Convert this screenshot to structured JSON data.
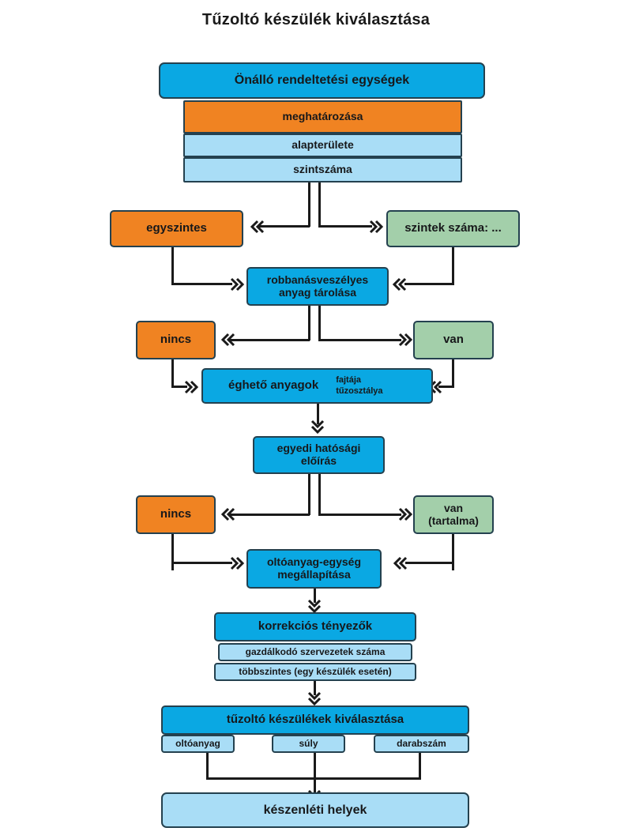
{
  "document": {
    "title": "Tűzoltó készülék kiválasztása",
    "language": "hu"
  },
  "colors": {
    "primary_blue": "#0aa8e3",
    "light_blue": "#a9ddf6",
    "orange": "#f08322",
    "green": "#a3cfaa",
    "border": "#24414f",
    "connector": "#1a1a1a",
    "background": "#ffffff"
  },
  "nodes": {
    "unit_header": "Önálló rendeltetési egységek",
    "unit_rows": [
      {
        "label": "meghatározása",
        "color": "orange"
      },
      {
        "label": "alapterülete",
        "color": "light_blue"
      },
      {
        "label": "szintszáma",
        "color": "light_blue"
      }
    ],
    "level_single": "egyszintes",
    "level_multi": "szintek száma: ...",
    "explosive_storage": "robbanásveszélyes\nanyag tárolása",
    "explosive_storage_line1": "robbanásveszélyes",
    "explosive_storage_line2": "anyag tárolása",
    "explosive_no": "nincs",
    "explosive_yes": "van",
    "combustibles_main": "éghető anyagok",
    "combustibles_sub1": "fajtája",
    "combustibles_sub2": "tűzosztálya",
    "authority_line1": "egyedi hatósági",
    "authority_line2": "előírás",
    "authority_no": "nincs",
    "authority_yes_line1": "van",
    "authority_yes_line2": "(tartalma)",
    "extinguish_unit_line1": "oltóanyag-egység",
    "extinguish_unit_line2": "megállapítása",
    "correction_header": "korrekciós tényezők",
    "correction_rows": [
      "gazdálkodó szervezetek száma",
      "többszintes (egy készülék esetén)"
    ],
    "selection_header": "tűzoltó készülékek kiválasztása",
    "selection_rows": [
      "oltóanyag",
      "súly",
      "darabszám"
    ],
    "final": "készenléti helyek"
  },
  "chart_data": {
    "type": "flowchart",
    "title": "Tűzoltó készülék kiválasztása",
    "orientation": "top-to-bottom",
    "nodes": [
      {
        "id": "n1",
        "label": "Önálló rendeltetési egységek",
        "color": "#0aa8e3",
        "shape": "rounded-rect"
      },
      {
        "id": "n1a",
        "label": "meghatározása",
        "color": "#f08322",
        "shape": "rect",
        "parent": "n1"
      },
      {
        "id": "n1b",
        "label": "alapterülete",
        "color": "#a9ddf6",
        "shape": "rect",
        "parent": "n1"
      },
      {
        "id": "n1c",
        "label": "szintszáma",
        "color": "#a9ddf6",
        "shape": "rect",
        "parent": "n1"
      },
      {
        "id": "n2l",
        "label": "egyszintes",
        "color": "#f08322",
        "shape": "rounded-rect"
      },
      {
        "id": "n2r",
        "label": "szintek száma: ...",
        "color": "#a3cfaa",
        "shape": "rounded-rect"
      },
      {
        "id": "n3",
        "label": "robbanásveszélyes anyag tárolása",
        "color": "#0aa8e3",
        "shape": "rounded-rect"
      },
      {
        "id": "n4l",
        "label": "nincs",
        "color": "#f08322",
        "shape": "rounded-rect"
      },
      {
        "id": "n4r",
        "label": "van",
        "color": "#a3cfaa",
        "shape": "rounded-rect"
      },
      {
        "id": "n5",
        "label": "éghető anyagok fajtája tűzosztálya",
        "color": "#0aa8e3",
        "shape": "rounded-rect"
      },
      {
        "id": "n6",
        "label": "egyedi hatósági előírás",
        "color": "#0aa8e3",
        "shape": "rounded-rect"
      },
      {
        "id": "n7l",
        "label": "nincs",
        "color": "#f08322",
        "shape": "rounded-rect"
      },
      {
        "id": "n7r",
        "label": "van (tartalma)",
        "color": "#a3cfaa",
        "shape": "rounded-rect"
      },
      {
        "id": "n8",
        "label": "oltóanyag-egység megállapítása",
        "color": "#0aa8e3",
        "shape": "rounded-rect"
      },
      {
        "id": "n9",
        "label": "korrekciós tényezők",
        "color": "#0aa8e3",
        "shape": "rounded-rect"
      },
      {
        "id": "n9a",
        "label": "gazdálkodó szervezetek száma",
        "color": "#a9ddf6",
        "shape": "rounded-rect",
        "parent": "n9"
      },
      {
        "id": "n9b",
        "label": "többszintes (egy készülék esetén)",
        "color": "#a9ddf6",
        "shape": "rounded-rect",
        "parent": "n9"
      },
      {
        "id": "n10",
        "label": "tűzoltó készülékek kiválasztása",
        "color": "#0aa8e3",
        "shape": "rounded-rect"
      },
      {
        "id": "n10a",
        "label": "oltóanyag",
        "color": "#a9ddf6",
        "shape": "rounded-rect",
        "parent": "n10"
      },
      {
        "id": "n10b",
        "label": "súly",
        "color": "#a9ddf6",
        "shape": "rounded-rect",
        "parent": "n10"
      },
      {
        "id": "n10c",
        "label": "darabszám",
        "color": "#a9ddf6",
        "shape": "rounded-rect",
        "parent": "n10"
      },
      {
        "id": "n11",
        "label": "készenléti helyek",
        "color": "#a9ddf6",
        "shape": "rounded-rect"
      }
    ],
    "edges": [
      {
        "from": "n1c",
        "to": "n2l",
        "arrow": "double-chevron"
      },
      {
        "from": "n1c",
        "to": "n2r",
        "arrow": "double-chevron"
      },
      {
        "from": "n2l",
        "to": "n3",
        "arrow": "double-chevron"
      },
      {
        "from": "n2r",
        "to": "n3",
        "arrow": "double-chevron"
      },
      {
        "from": "n3",
        "to": "n4l",
        "arrow": "double-chevron"
      },
      {
        "from": "n3",
        "to": "n4r",
        "arrow": "double-chevron"
      },
      {
        "from": "n4l",
        "to": "n5",
        "arrow": "double-chevron"
      },
      {
        "from": "n4r",
        "to": "n5",
        "arrow": "double-chevron"
      },
      {
        "from": "n5",
        "to": "n6",
        "arrow": "double-chevron"
      },
      {
        "from": "n6",
        "to": "n7l",
        "arrow": "double-chevron"
      },
      {
        "from": "n6",
        "to": "n7r",
        "arrow": "double-chevron"
      },
      {
        "from": "n7l",
        "to": "n8",
        "arrow": "double-chevron"
      },
      {
        "from": "n7r",
        "to": "n8",
        "arrow": "double-chevron"
      },
      {
        "from": "n8",
        "to": "n9",
        "arrow": "double-chevron"
      },
      {
        "from": "n9",
        "to": "n10",
        "arrow": "double-chevron"
      },
      {
        "from": "n10",
        "to": "n11",
        "arrow": "double-chevron"
      }
    ]
  }
}
